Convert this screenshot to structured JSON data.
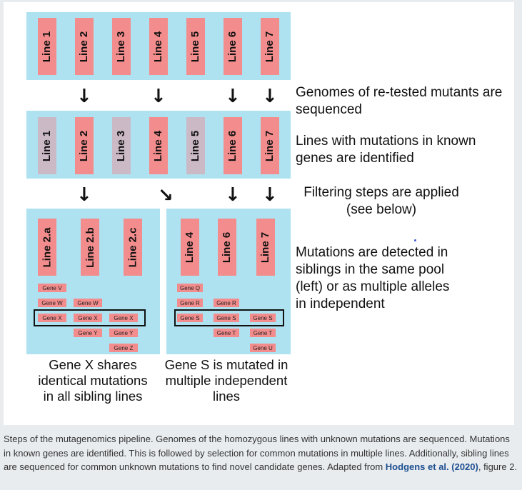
{
  "top_lines": [
    "Line 1",
    "Line 2",
    "Line 3",
    "Line 4",
    "Line 5",
    "Line 6",
    "Line 7"
  ],
  "mid_lines": [
    {
      "label": "Line 1",
      "status": "no-known-mutation"
    },
    {
      "label": "Line 2",
      "status": "unknown-mutation"
    },
    {
      "label": "Line 3",
      "status": "no-known-mutation"
    },
    {
      "label": "Line 4",
      "status": "unknown-mutation"
    },
    {
      "label": "Line 5",
      "status": "no-known-mutation"
    },
    {
      "label": "Line 6",
      "status": "unknown-mutation"
    },
    {
      "label": "Line 7",
      "status": "unknown-mutation"
    }
  ],
  "left_lines": [
    "Line 2.a",
    "Line 2.b",
    "Line 2.c"
  ],
  "right_lines": [
    "Line 4",
    "Line 6",
    "Line 7"
  ],
  "steps": {
    "step1": "Genomes of re-tested mutants are sequenced",
    "step2": "Lines with mutations in known genes are identified",
    "step3": "Filtering steps are applied (see below)",
    "step4": "Mutations are detected in siblings in the same pool (left) or as multiple alleles in independent"
  },
  "left_genes": {
    "col1": [
      "Gene V",
      "Gene W",
      "Gene X"
    ],
    "col2": [
      "Gene W",
      "Gene X",
      "Gene Y"
    ],
    "col3": [
      "Gene X",
      "Gene Y",
      "Gene Z"
    ]
  },
  "right_genes": {
    "col1": [
      "Gene Q",
      "Gene R",
      "Gene S"
    ],
    "col2": [
      "Gene R",
      "Gene S",
      "Gene T"
    ],
    "col3": [
      "Gene S",
      "Gene T",
      "Gene U"
    ]
  },
  "bottom_captions": {
    "left": "Gene X shares identical mutations in all sibling lines",
    "right": "Gene S is mutated in multiple independent lines"
  },
  "caption": {
    "text": "Steps of the mutagenomics pipeline. Genomes of the homozygous lines with unknown mutations are sequenced. Mutations in known genes are identified. This is followed by selection for common mutations in multiple lines. Additionally, sibling lines are sequenced for common unknown mutations to find novel candidate genes. Adapted from",
    "ref": "Hodgens et al. (2020)",
    "suffix": ", figure 2."
  },
  "colors": {
    "panel": "#aee2f1",
    "line_highlight": "#f38c8c",
    "line_muted": "#cbb9c6",
    "background": "#e9ecef",
    "link": "#1d4f91"
  }
}
